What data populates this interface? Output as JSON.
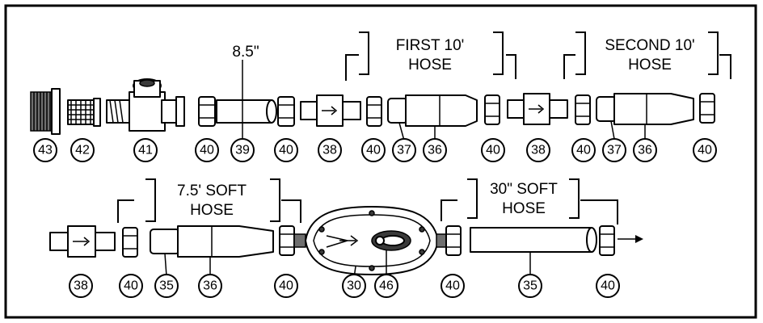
{
  "labels": {
    "dim": "8.5\"",
    "first_hose": [
      "FIRST 10'",
      "HOSE"
    ],
    "second_hose": [
      "SECOND 10'",
      "HOSE"
    ],
    "soft75": [
      "7.5' SOFT",
      "HOSE"
    ],
    "soft30": [
      "30\" SOFT",
      "HOSE"
    ]
  },
  "callouts_row1": [
    "43",
    "42",
    "41",
    "40",
    "39",
    "40",
    "38",
    "40",
    "37",
    "36",
    "40",
    "38",
    "40",
    "37",
    "36",
    "40"
  ],
  "callouts_row2": [
    "38",
    "40",
    "35",
    "36",
    "40",
    "30",
    "46",
    "40",
    "35",
    "40"
  ],
  "colors": {
    "line": "#000000",
    "background": "#ffffff",
    "shade": "#6f6f6f"
  }
}
